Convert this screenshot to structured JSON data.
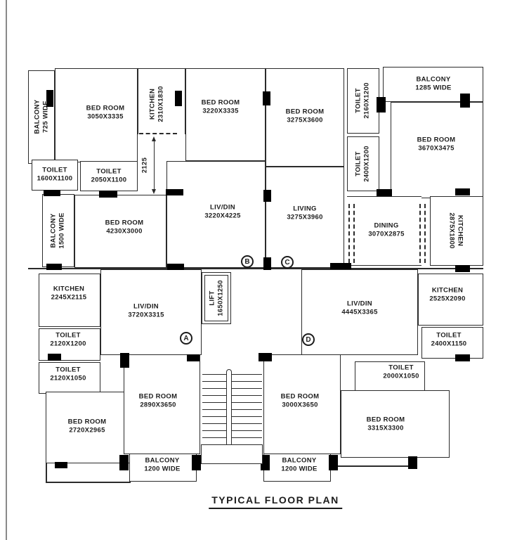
{
  "title": "TYPICAL FLOOR PLAN",
  "rooms": [
    {
      "id": "balcony-top-left",
      "name": "BALCONY",
      "dims": "725 WIDE"
    },
    {
      "id": "bedroom-top-left",
      "name": "BED ROOM",
      "dims": "3050X3335"
    },
    {
      "id": "kitchen-top-left",
      "name": "KITCHEN",
      "dims": "2310X1830"
    },
    {
      "id": "bedroom-top-mid",
      "name": "BED ROOM",
      "dims": "3220X3335"
    },
    {
      "id": "bedroom-top-mid2",
      "name": "BED ROOM",
      "dims": "3275X3600"
    },
    {
      "id": "toilet-top-1",
      "name": "TOILET",
      "dims": "2160X1200"
    },
    {
      "id": "toilet-top-2",
      "name": "TOILET",
      "dims": "2400X1200"
    },
    {
      "id": "balcony-top-right",
      "name": "BALCONY",
      "dims": "1285 WIDE"
    },
    {
      "id": "bedroom-top-right",
      "name": "BED ROOM",
      "dims": "3670X3475"
    },
    {
      "id": "toilet-left-1",
      "name": "TOILET",
      "dims": "1600X1100"
    },
    {
      "id": "toilet-left-2",
      "name": "TOILET",
      "dims": "2050X1100"
    },
    {
      "id": "balcony-mid-left",
      "name": "BALCONY",
      "dims": "1500 WIDE"
    },
    {
      "id": "bedroom-mid-left",
      "name": "BED ROOM",
      "dims": "4230X3000"
    },
    {
      "id": "livdin-upper-left",
      "name": "LIV/DIN",
      "dims": "3220X4225"
    },
    {
      "id": "living-upper",
      "name": "LIVING",
      "dims": "3275X3960"
    },
    {
      "id": "dining-right",
      "name": "DINING",
      "dims": "3070X2875"
    },
    {
      "id": "kitchen-right",
      "name": "KITCHEN",
      "dims": "2875X1800"
    },
    {
      "id": "kitchen-lower-left",
      "name": "KITCHEN",
      "dims": "2245X2115"
    },
    {
      "id": "toilet-lower-left-1",
      "name": "TOILET",
      "dims": "2120X1200"
    },
    {
      "id": "toilet-lower-left-2",
      "name": "TOILET",
      "dims": "2120X1050"
    },
    {
      "id": "livdin-lower-left",
      "name": "LIV/DIN",
      "dims": "3720X3315"
    },
    {
      "id": "lift",
      "name": "LIFT",
      "dims": "1650X1250"
    },
    {
      "id": "livdin-lower-right",
      "name": "LIV/DIN",
      "dims": "4445X3365"
    },
    {
      "id": "kitchen-lower-right",
      "name": "KITCHEN",
      "dims": "2525X2090"
    },
    {
      "id": "toilet-lower-right-1",
      "name": "TOILET",
      "dims": "2400X1150"
    },
    {
      "id": "toilet-lower-right-2",
      "name": "TOILET",
      "dims": "2000X1050"
    },
    {
      "id": "bedroom-bottom-left",
      "name": "BED ROOM",
      "dims": "2720X2965"
    },
    {
      "id": "bedroom-bottom-mid-left",
      "name": "BED ROOM",
      "dims": "2890X3650"
    },
    {
      "id": "balcony-bottom-left",
      "name": "BALCONY",
      "dims": "1200 WIDE"
    },
    {
      "id": "bedroom-bottom-mid-right",
      "name": "BED ROOM",
      "dims": "3000X3650"
    },
    {
      "id": "balcony-bottom-right",
      "name": "BALCONY",
      "dims": "1200 WIDE"
    },
    {
      "id": "bedroom-bottom-right",
      "name": "BED ROOM",
      "dims": "3315X3300"
    }
  ],
  "section_markers": [
    {
      "label": "A"
    },
    {
      "label": "B"
    },
    {
      "label": "C"
    },
    {
      "label": "D"
    }
  ],
  "dimension_annotations": [
    {
      "value": "2125"
    }
  ]
}
